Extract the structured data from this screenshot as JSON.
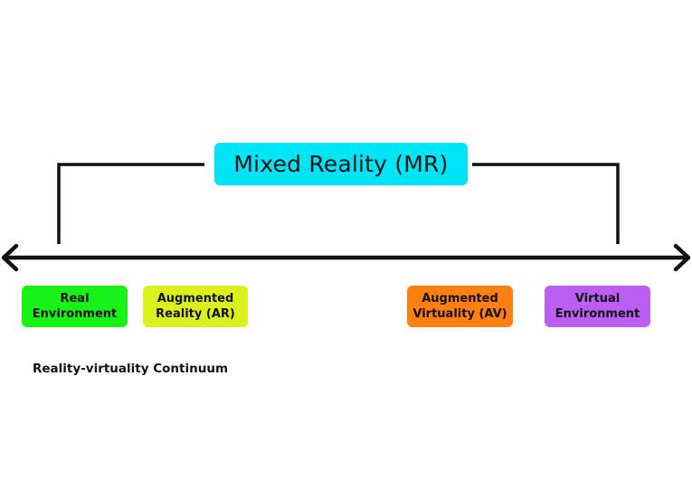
{
  "mixed_reality": {
    "label": "Mixed Reality (MR)",
    "color": "#00e5f5"
  },
  "continuum_nodes": [
    {
      "label": "Real\nEnvironment",
      "color": "#19f216"
    },
    {
      "label": "Augmented\nReality (AR)",
      "color": "#dcf01e"
    },
    {
      "label": "Augmented\nVirtuality (AV)",
      "color": "#ff7f10"
    },
    {
      "label": "Virtual\nEnvironment",
      "color": "#bb5ff2"
    }
  ],
  "caption": "Reality-virtuality Continuum"
}
